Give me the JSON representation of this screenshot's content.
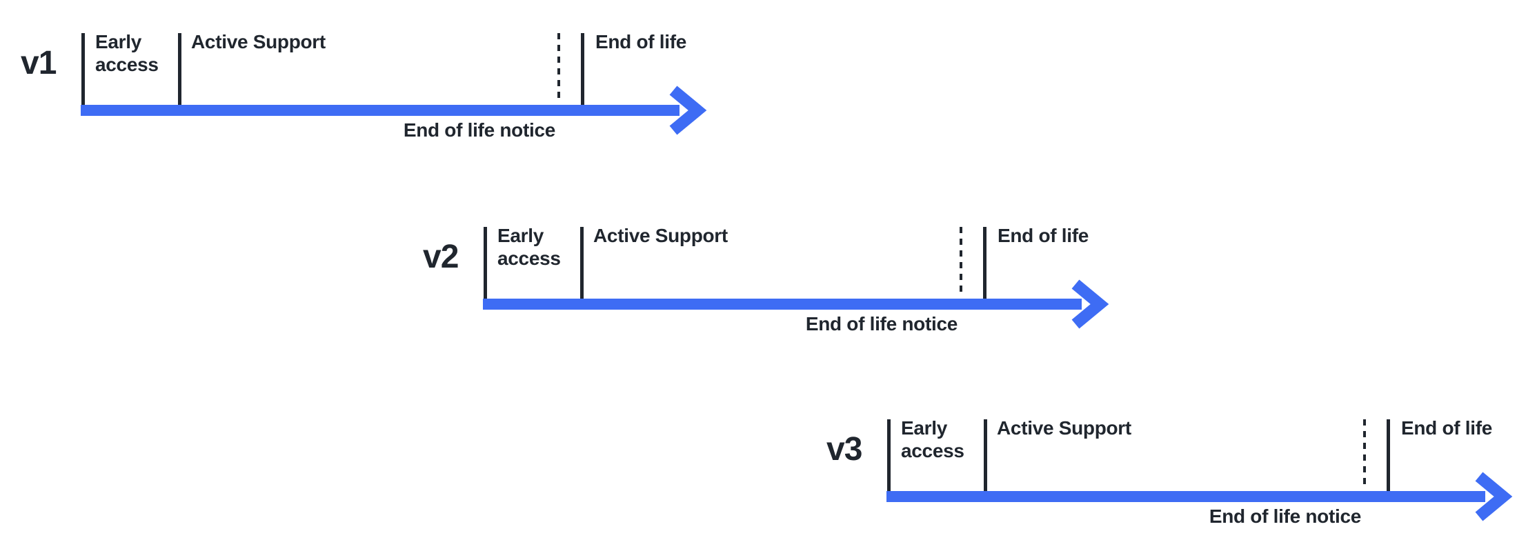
{
  "diagram": {
    "kind": "version-lifecycle-timelines",
    "colors": {
      "accent": "#3e6cf4",
      "ink": "#20262e",
      "background": "#ffffff"
    },
    "phase_labels": {
      "early_access": "Early access",
      "active_support": "Active Support",
      "end_of_life": "End of life",
      "end_of_life_notice": "End of life notice"
    },
    "versions": [
      {
        "name": "v1"
      },
      {
        "name": "v2"
      },
      {
        "name": "v3"
      }
    ]
  }
}
